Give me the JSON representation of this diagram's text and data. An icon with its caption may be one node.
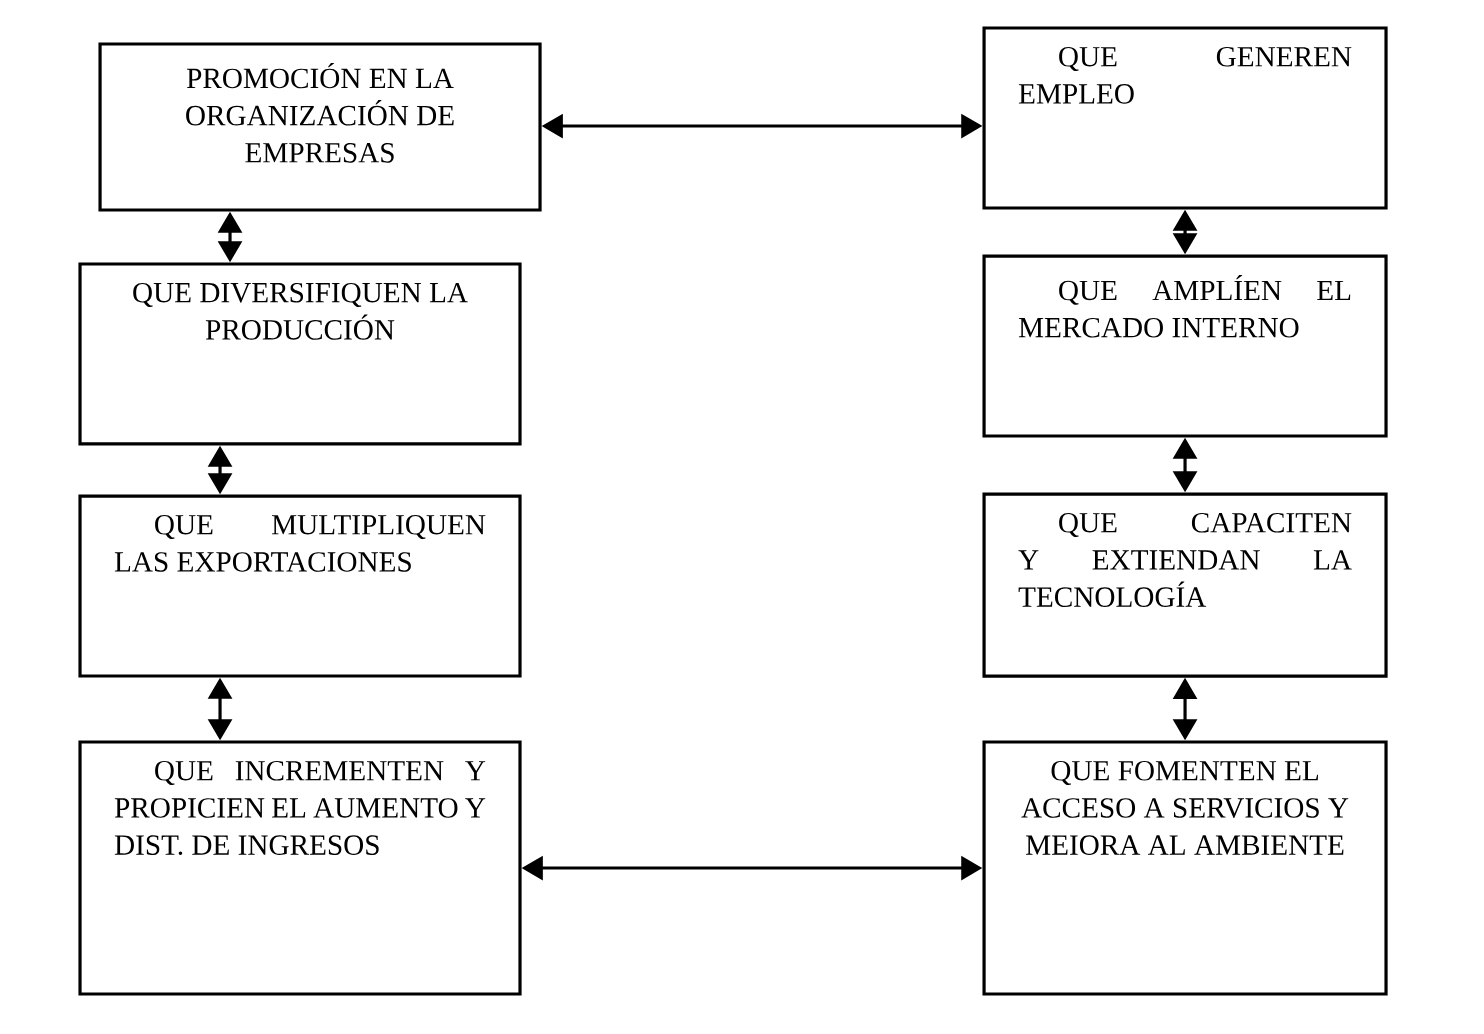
{
  "diagram": {
    "nodes": [
      {
        "text": [
          "PROMOCIÓN EN LA ORGANIZACIÓN DE EMPRESAS"
        ]
      },
      {
        "text": [
          "QUE DIVERSIFIQUEN LA PRODUCCIÓN"
        ]
      },
      {
        "text": [
          "QUE MULTIPLIQUEN LAS EXPORTACIONES"
        ]
      },
      {
        "text": [
          "QUE INCREMENTEN Y PROPICIEN EL AUMENTO Y DIST. DE INGRESOS"
        ]
      },
      {
        "text": [
          "QUE GENEREN EMPLEO"
        ]
      },
      {
        "text": [
          "QUE AMPLÍEN EL MERCADO INTERNO"
        ]
      },
      {
        "text": [
          "QUE CAPACITEN Y EXTIENDAN LA TECNOLOGÍA"
        ]
      },
      {
        "text": [
          "QUE FOMENTEN EL ACCESO A SERVICIOS Y MEIORA AL AMBIENTE"
        ]
      }
    ],
    "edges": [
      {
        "from": 0,
        "to": 4,
        "arrow": "both"
      },
      {
        "from": 0,
        "to": 1,
        "arrow": "both"
      },
      {
        "from": 1,
        "to": 2,
        "arrow": "both"
      },
      {
        "from": 2,
        "to": 3,
        "arrow": "both"
      },
      {
        "from": 4,
        "to": 5,
        "arrow": "both"
      },
      {
        "from": 5,
        "to": 6,
        "arrow": "both"
      },
      {
        "from": 6,
        "to": 7,
        "arrow": "both"
      },
      {
        "from": 3,
        "to": 7,
        "arrow": "both"
      }
    ]
  }
}
